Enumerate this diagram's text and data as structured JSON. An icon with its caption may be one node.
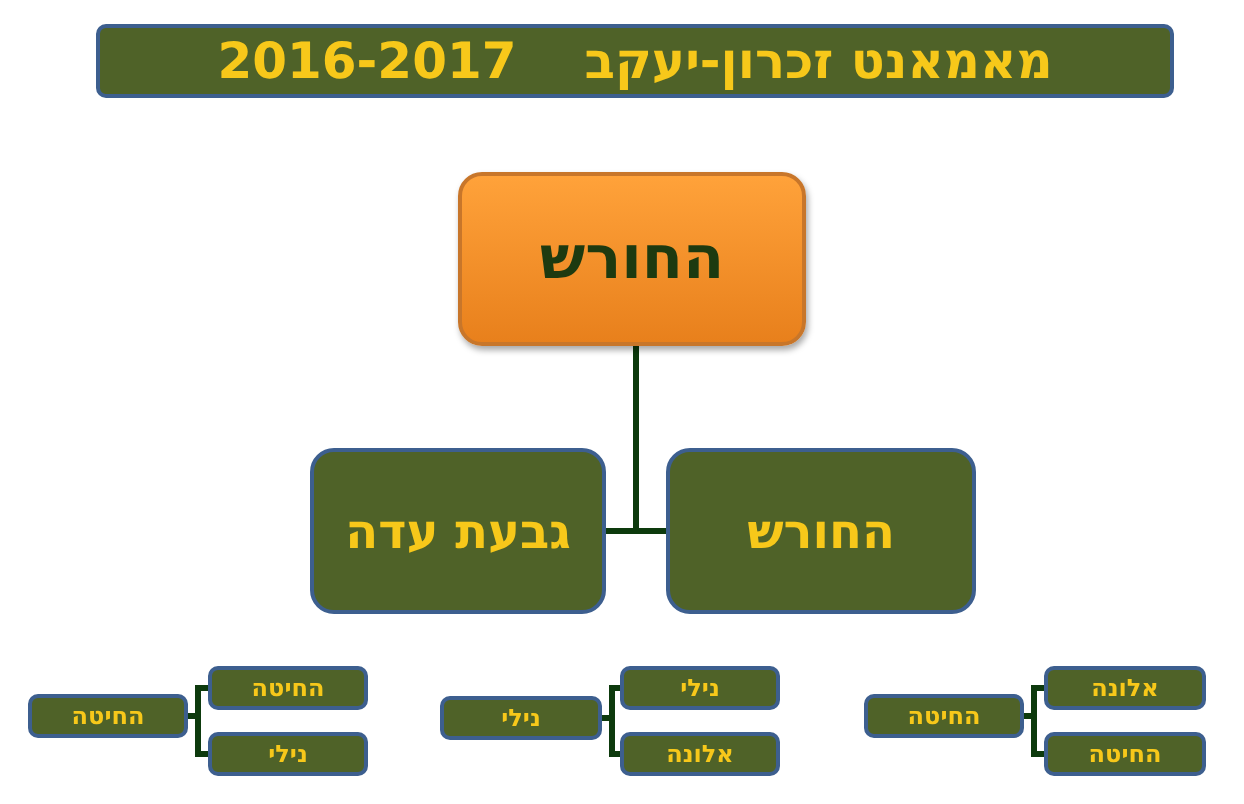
{
  "diagram": {
    "nodes": [
      {
        "text": [
          "מאמאנט  זכרון-יעקב",
          "2016-2017"
        ]
      },
      {
        "text": [
          "החורש"
        ]
      },
      {
        "text": [
          "החורש"
        ]
      },
      {
        "text": [
          "גבעת עדה"
        ]
      },
      {
        "text": [
          "החיטה"
        ]
      },
      {
        "text": [
          "אלונה"
        ]
      },
      {
        "text": [
          "החיטה"
        ]
      },
      {
        "text": [
          "נילי"
        ]
      },
      {
        "text": [
          "נילי"
        ]
      },
      {
        "text": [
          "אלונה"
        ]
      },
      {
        "text": [
          "החיטה"
        ]
      },
      {
        "text": [
          "החיטה"
        ]
      },
      {
        "text": [
          "נילי"
        ]
      }
    ],
    "edges": [
      {
        "from": 1,
        "to": 2,
        "arrow": "none"
      },
      {
        "from": 1,
        "to": 3,
        "arrow": "none"
      },
      {
        "from": 4,
        "to": 5,
        "arrow": "none"
      },
      {
        "from": 4,
        "to": 6,
        "arrow": "none"
      },
      {
        "from": 7,
        "to": 8,
        "arrow": "none"
      },
      {
        "from": 7,
        "to": 9,
        "arrow": "none"
      },
      {
        "from": 10,
        "to": 11,
        "arrow": "none"
      },
      {
        "from": 10,
        "to": 12,
        "arrow": "none"
      }
    ]
  }
}
